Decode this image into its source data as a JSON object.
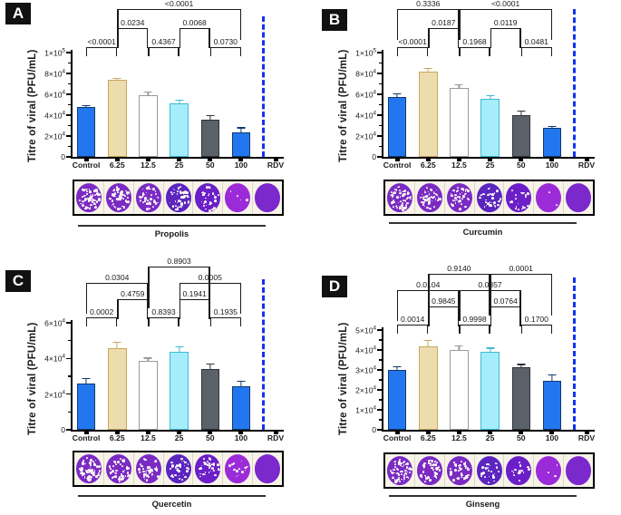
{
  "figure": {
    "title": "Antiviral plaque reduction assay panels",
    "colors": {
      "bar_control": "#2277EE",
      "bar_gold": "#EDDCAE",
      "bar_gold_border": "#C8A85C",
      "bar_white": "#FFFFFF",
      "bar_white_border": "#9A9A9A",
      "bar_cyan": "#A5EDFB",
      "bar_cyan_border": "#3FB9D6",
      "bar_gray": "#5A6169",
      "bar_blue": "#2277EE",
      "bar_blue_border": "#12386E",
      "rdv_divider": "#1133EE",
      "badge_bg": "#111111",
      "axis": "#000000"
    }
  },
  "panels": [
    {
      "id": "A",
      "letter": "A",
      "treatment": "Propolis",
      "ylabel": "Titre of viral (PFU/mL)",
      "chart_data": {
        "type": "bar",
        "title": "Propolis",
        "xlabel": "",
        "ylabel": "Titre of viral (PFU/mL)",
        "ylim": [
          0,
          100000
        ],
        "yticks": [
          0,
          20000,
          40000,
          60000,
          80000,
          100000
        ],
        "ytick_labels": [
          "0",
          "2×10⁴",
          "4×10⁴",
          "6×10⁴",
          "8×10⁴",
          "1×10⁵"
        ],
        "categories": [
          "Control",
          "6.25",
          "12.5",
          "25",
          "50",
          "100",
          "RDV"
        ],
        "values": [
          47500,
          73500,
          59500,
          51500,
          35500,
          23800,
          0
        ],
        "errors": [
          2000,
          2200,
          3000,
          3200,
          4500,
          4500,
          0
        ],
        "grid": false,
        "legend": "none"
      },
      "pvalues": [
        {
          "label": "<0.0001",
          "from": 0,
          "to": 1,
          "row": 0
        },
        {
          "label": "0.4367",
          "from": 2,
          "to": 3,
          "row": 0
        },
        {
          "label": "0.0730",
          "from": 4,
          "to": 5,
          "row": 0
        },
        {
          "label": "0.0234",
          "from": 1,
          "to": 2,
          "row": 1
        },
        {
          "label": "0.0068",
          "from": 3,
          "to": 4,
          "row": 1
        },
        {
          "label": "<0.0001",
          "from": 1,
          "to": 5,
          "row": 2
        }
      ]
    },
    {
      "id": "B",
      "letter": "B",
      "treatment": "Curcumin",
      "ylabel": "Titre of viral (PFU/mL)",
      "chart_data": {
        "type": "bar",
        "title": "Curcumin",
        "xlabel": "",
        "ylabel": "Titre of viral (PFU/mL)",
        "ylim": [
          0,
          100000
        ],
        "yticks": [
          0,
          20000,
          40000,
          60000,
          80000,
          100000
        ],
        "ytick_labels": [
          "0",
          "2×10⁴",
          "4×10⁴",
          "6×10⁴",
          "8×10⁴",
          "1×10⁵"
        ],
        "categories": [
          "Control",
          "6.25",
          "12.5",
          "25",
          "50",
          "100",
          "RDV"
        ],
        "values": [
          57500,
          82000,
          66500,
          56000,
          40000,
          27500,
          0
        ],
        "errors": [
          3500,
          3000,
          3500,
          3500,
          4500,
          2000,
          0
        ],
        "grid": false,
        "legend": "none"
      },
      "pvalues": [
        {
          "label": "<0.0001",
          "from": 0,
          "to": 1,
          "row": 0
        },
        {
          "label": "0.1968",
          "from": 2,
          "to": 3,
          "row": 0
        },
        {
          "label": "0.0481",
          "from": 4,
          "to": 5,
          "row": 0
        },
        {
          "label": "0.0187",
          "from": 1,
          "to": 2,
          "row": 1
        },
        {
          "label": "0.0119",
          "from": 3,
          "to": 4,
          "row": 1
        },
        {
          "label": "0.3336",
          "from": 0,
          "to": 2,
          "row": 2
        },
        {
          "label": "<0.0001",
          "from": 2,
          "to": 5,
          "row": 2
        }
      ]
    },
    {
      "id": "C",
      "letter": "C",
      "treatment": "Quercetin",
      "ylabel": "Titre of viral (PFU/mL)",
      "chart_data": {
        "type": "bar",
        "title": "Quercetin",
        "xlabel": "",
        "ylabel": "Titre of viral (PFU/mL)",
        "ylim": [
          0,
          60000
        ],
        "yticks": [
          0,
          20000,
          40000,
          60000
        ],
        "ytick_labels": [
          "0",
          "2×10⁴",
          "4×10⁴",
          "6×10⁴"
        ],
        "categories": [
          "Control",
          "6.25",
          "12.5",
          "25",
          "50",
          "100",
          "RDV"
        ],
        "values": [
          25800,
          46000,
          38500,
          43500,
          34200,
          24500,
          0
        ],
        "errors": [
          3200,
          3500,
          2000,
          3500,
          3000,
          3000,
          0
        ],
        "grid": false,
        "legend": "none"
      },
      "pvalues": [
        {
          "label": "0.0002",
          "from": 0,
          "to": 1,
          "row": 0
        },
        {
          "label": "0.8393",
          "from": 2,
          "to": 3,
          "row": 0
        },
        {
          "label": "0.1935",
          "from": 4,
          "to": 5,
          "row": 0
        },
        {
          "label": "0.4759",
          "from": 1,
          "to": 2,
          "row": 1
        },
        {
          "label": "0.1941",
          "from": 3,
          "to": 4,
          "row": 1
        },
        {
          "label": "0.0304",
          "from": 0,
          "to": 2,
          "row": 2
        },
        {
          "label": "0.0005",
          "from": 3,
          "to": 5,
          "row": 2
        },
        {
          "label": "0.8903",
          "from": 2,
          "to": 4,
          "row": 3
        }
      ]
    },
    {
      "id": "D",
      "letter": "D",
      "treatment": "Ginseng",
      "ylabel": "Titre of viral (PFU/mL)",
      "chart_data": {
        "type": "bar",
        "title": "Ginseng",
        "xlabel": "",
        "ylabel": "Titre of viral (PFU/mL)",
        "ylim": [
          0,
          50000
        ],
        "yticks": [
          0,
          10000,
          20000,
          30000,
          40000,
          50000
        ],
        "ytick_labels": [
          "0",
          "1×10⁴",
          "2×10⁴",
          "3×10⁴",
          "4×10⁴",
          "5×10⁴"
        ],
        "categories": [
          "Control",
          "6.25",
          "12.5",
          "25",
          "50",
          "100",
          "RDV"
        ],
        "values": [
          30000,
          42000,
          40000,
          39200,
          31200,
          24700,
          0
        ],
        "errors": [
          2000,
          3200,
          2500,
          2000,
          1800,
          3000,
          0
        ],
        "grid": false,
        "legend": "none"
      },
      "pvalues": [
        {
          "label": "0.0014",
          "from": 0,
          "to": 1,
          "row": 0
        },
        {
          "label": "0.9998",
          "from": 2,
          "to": 3,
          "row": 0
        },
        {
          "label": "0.1700",
          "from": 4,
          "to": 5,
          "row": 0
        },
        {
          "label": "0.9845",
          "from": 1,
          "to": 2,
          "row": 1
        },
        {
          "label": "0.0764",
          "from": 3,
          "to": 4,
          "row": 1
        },
        {
          "label": "0.0104",
          "from": 0,
          "to": 2,
          "row": 2
        },
        {
          "label": "0.0357",
          "from": 2,
          "to": 4,
          "row": 2
        },
        {
          "label": "0.9140",
          "from": 1,
          "to": 3,
          "row": 3
        },
        {
          "label": "0.0001",
          "from": 3,
          "to": 5,
          "row": 3
        }
      ]
    }
  ],
  "wells": {
    "legend": "plaque-assay-wells",
    "plaque_counts": {
      "A": [
        70,
        58,
        42,
        46,
        30,
        4,
        0
      ],
      "B": [
        62,
        50,
        44,
        34,
        22,
        2,
        0
      ],
      "C": [
        66,
        52,
        48,
        40,
        30,
        16,
        0
      ],
      "D": [
        60,
        44,
        40,
        24,
        14,
        3,
        0
      ]
    }
  }
}
